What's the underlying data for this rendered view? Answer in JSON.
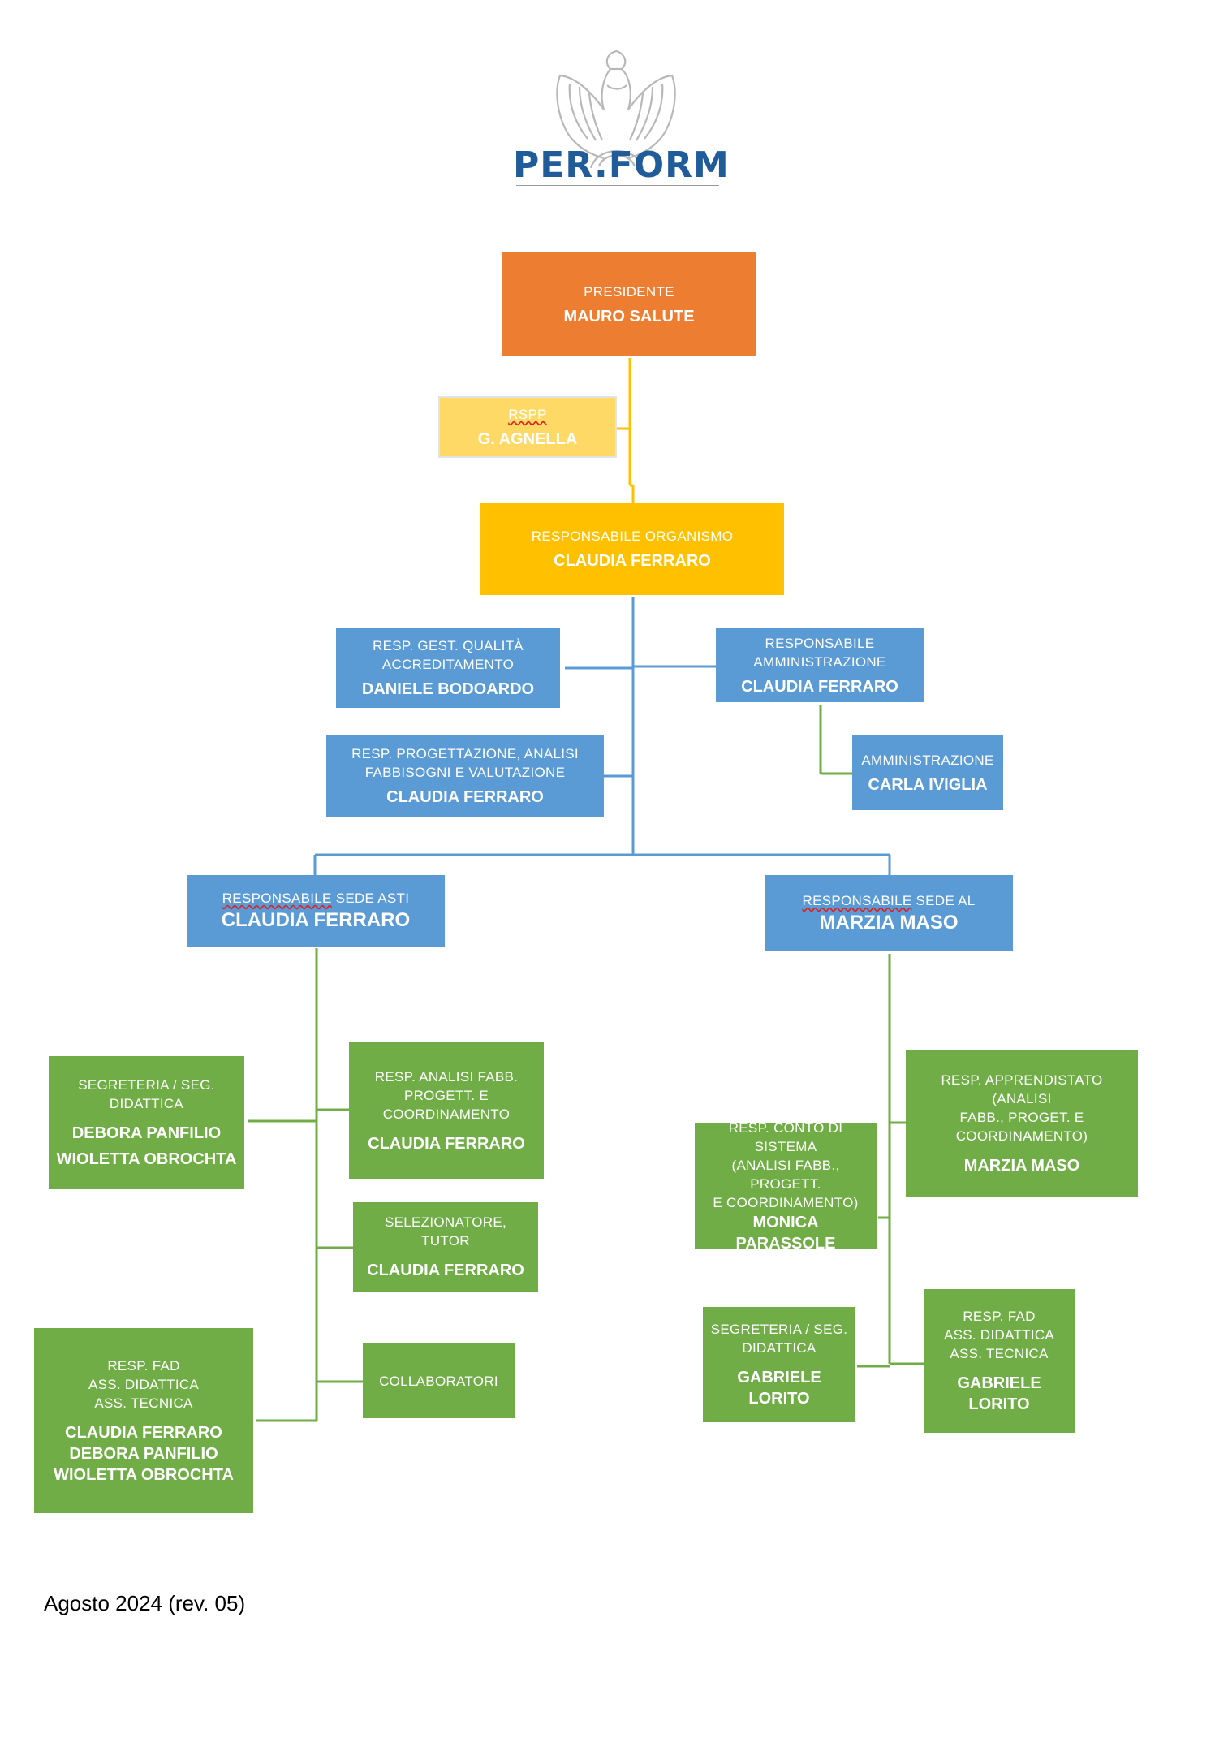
{
  "logo": {
    "name": "PER.FORM"
  },
  "nodes": {
    "presidente": {
      "role": "PRESIDENTE",
      "name": "MAURO SALUTE"
    },
    "rspp": {
      "role_prefix": "RSPP",
      "name": "G. AGNELLA"
    },
    "resp_organismo": {
      "role": "RESPONSABILE ORGANISMO",
      "name": "CLAUDIA FERRARO"
    },
    "qualita": {
      "role": "RESP. GEST. QUALITÀ\nACCREDITAMENTO",
      "name": "DANIELE BODOARDO"
    },
    "amministrazione_resp": {
      "role": "RESPONSABILE\nAMMINISTRAZIONE",
      "name": "CLAUDIA FERRARO"
    },
    "progettazione": {
      "role": "RESP. PROGETTAZIONE, ANALISI\nFABBISOGNI E VALUTAZIONE",
      "name": "CLAUDIA FERRARO"
    },
    "amministrazione": {
      "role": "AMMINISTRAZIONE",
      "name": "CARLA IVIGLIA"
    },
    "sede_asti": {
      "role_prefix": "RESPONSABILE",
      "role_suffix": " SEDE ASTI",
      "name": "CLAUDIA FERRARO"
    },
    "sede_al": {
      "role_prefix": "RESPONSABILE",
      "role_suffix": " SEDE AL",
      "name": "MARZIA MASO"
    },
    "asti_segreteria": {
      "role": "SEGRETERIA / SEG.\nDIDATTICA",
      "names": [
        "DEBORA PANFILIO",
        "WIOLETTA OBROCHTA"
      ]
    },
    "asti_analisi": {
      "role": "RESP. ANALISI FABB.\nPROGETT. E\nCOORDINAMENTO",
      "name": "CLAUDIA FERRARO"
    },
    "asti_selezionatore": {
      "role": "SELEZIONATORE, TUTOR",
      "name": "CLAUDIA FERRARO"
    },
    "asti_fad": {
      "role": "RESP. FAD\nASS. DIDATTICA\nASS. TECNICA",
      "names": [
        "CLAUDIA FERRARO",
        "DEBORA PANFILIO",
        "WIOLETTA OBROCHTA"
      ]
    },
    "asti_collaboratori": {
      "role": "COLLABORATORI"
    },
    "al_apprendistato": {
      "role": "RESP. APPRENDISTATO (ANALISI\nFABB., PROGET. E\nCOORDINAMENTO)",
      "name": "MARZIA MASO"
    },
    "al_conto": {
      "role": "RESP. CONTO DI SISTEMA\n(ANALISI FABB., PROGETT.\nE COORDINAMENTO)",
      "name": "MONICA PARASSOLE"
    },
    "al_segreteria": {
      "role": "SEGRETERIA / SEG.\nDIDATTICA",
      "name": "GABRIELE LORITO"
    },
    "al_fad": {
      "role": "RESP. FAD\nASS. DIDATTICA\nASS. TECNICA",
      "name": "GABRIELE LORITO"
    }
  },
  "footer": {
    "revision": "Agosto 2024 (rev. 05)"
  },
  "colors": {
    "orange": "#ED7D31",
    "light_yellow": "#FFD966",
    "yellow": "#FFC000",
    "blue": "#5B9BD5",
    "green": "#70AD47",
    "logo_blue": "#1F5C99"
  }
}
